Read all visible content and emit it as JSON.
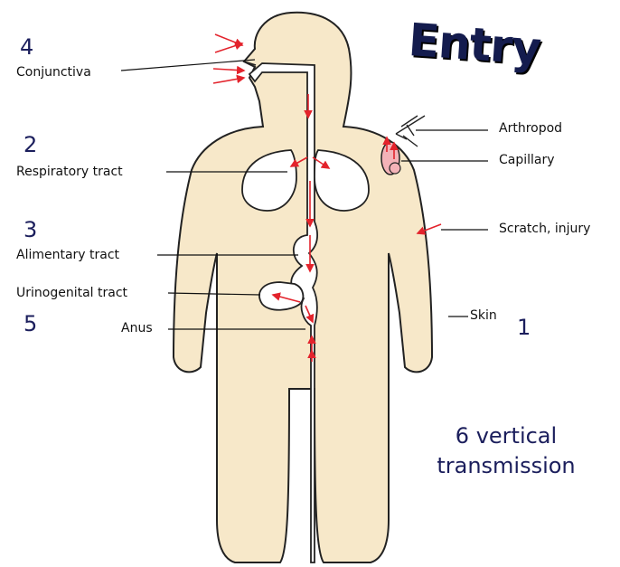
{
  "title": "Entry",
  "labels": {
    "conjunctiva": "Conjunctiva",
    "respiratory": "Respiratory tract",
    "alimentary": "Alimentary tract",
    "urinogenital": "Urinogenital tract",
    "anus": "Anus",
    "arthropod": "Arthropod",
    "capillary": "Capillary",
    "scratch": "Scratch, injury",
    "skin": "Skin"
  },
  "numbers": {
    "conjunctiva": "4",
    "respiratory": "2",
    "alimentary": "3",
    "urinogenital": "5",
    "skin": "1"
  },
  "note": {
    "line1": "6 vertical",
    "line2": "transmission"
  },
  "colors": {
    "body": "#f7e8c9",
    "outline": "#222222",
    "arrow": "#e3232c",
    "capillary": "#f4b3b8",
    "numbers": "#1b1e5c"
  }
}
